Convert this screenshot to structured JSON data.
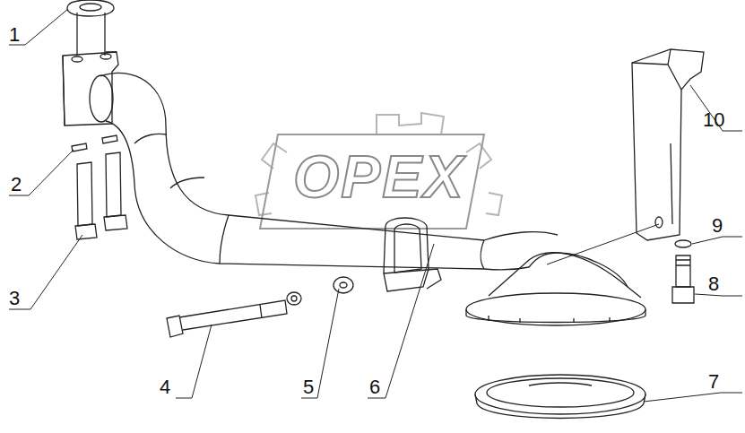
{
  "diagram": {
    "labels": [
      "1",
      "2",
      "3",
      "4",
      "5",
      "6",
      "7",
      "8",
      "9",
      "10",
      "OPEX"
    ]
  }
}
